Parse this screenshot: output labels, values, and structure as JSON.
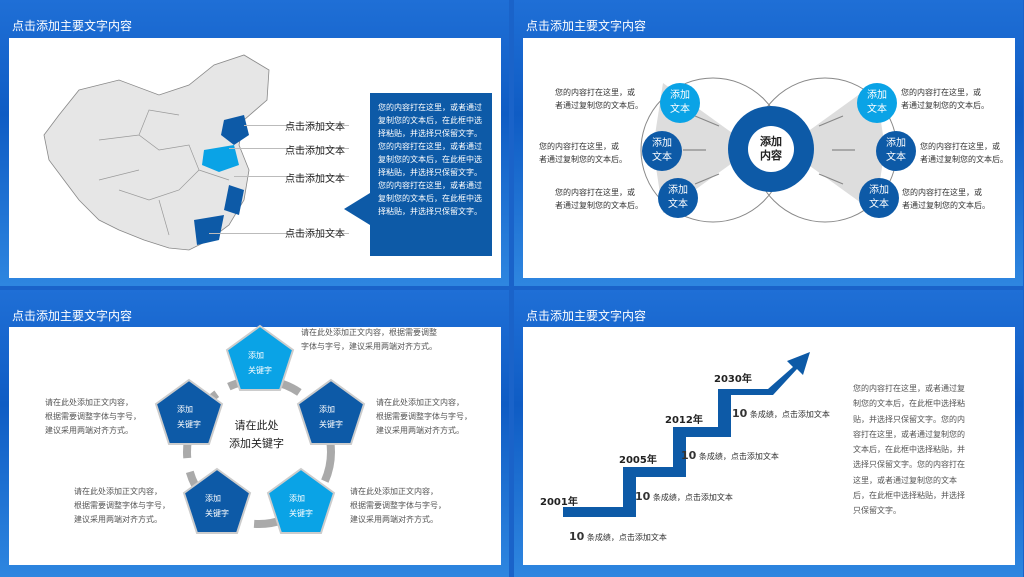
{
  "slides": [
    {
      "title": "点击添加主要文字内容",
      "map_labels": [
        "点击添加文本",
        "点击添加文本",
        "点击添加文本",
        "点击添加文本"
      ],
      "box_text": "您的内容打在这里，或者通过复制您的文本后，在此框中选择粘贴，并选择只保留文字。您的内容打在这里，或者通过复制您的文本后，在此框中选择粘贴，并选择只保留文字。\n您的内容打在这里，或者通过复制您的文本后，在此框中选择粘贴，并选择只保留文字。"
    },
    {
      "title": "点击添加主要文字内容",
      "center": "添加\n内容",
      "node_label": "添加\n文本",
      "desc": "您的内容打在这里，或\n者通过复制您的文本后。",
      "colors": {
        "light": "#0aa3e6",
        "dark": "#0d5aa7"
      }
    },
    {
      "title": "点击添加主要文字内容",
      "center": "请在此处\n添加关键字",
      "key_label": "添加\n关键字",
      "top_desc": "请在此处添加正文内容，根据需要调整\n字体与字号，建议采用两端对齐方式。",
      "desc": "请在此处添加正文内容，\n根据需要调整字体与字号，\n建议采用两端对齐方式。"
    },
    {
      "title": "点击添加主要文字内容",
      "years": [
        "2001年",
        "2005年",
        "2012年",
        "2030年"
      ],
      "achievement_num": "10",
      "achievement_text": "条成绩，点击添加文本",
      "side_text": "您的内容打在这里，或者通过复制您的文本后，在此框中选择粘贴，并选择只保留文字。您的内容打在这里，或者通过复制您的文本后，在此框中选择粘贴，并选择只保留文字。您的内容打在这里，或者通过复制您的文本后，在此框中选择粘贴，并选择只保留文字。"
    }
  ]
}
